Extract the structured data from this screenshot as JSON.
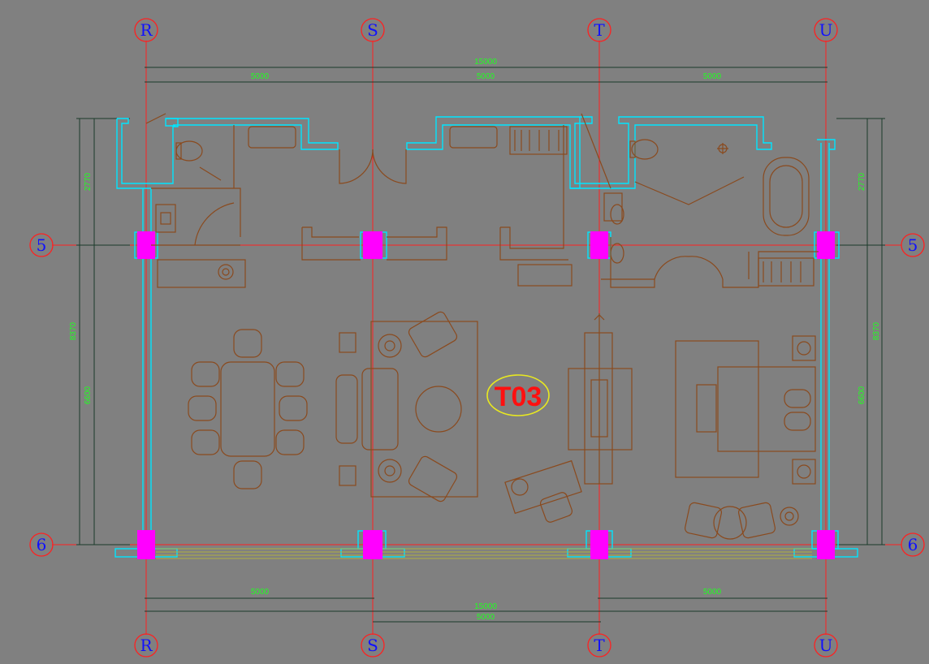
{
  "grid": {
    "top": [
      "R",
      "S",
      "T",
      "U"
    ],
    "bottom": [
      "R",
      "S",
      "T",
      "U"
    ],
    "left": [
      "5",
      "6"
    ],
    "right": [
      "5",
      "6"
    ]
  },
  "dimensions": {
    "top_overall": "15000",
    "top_bays": [
      "5000",
      "5000",
      "5000"
    ],
    "bottom_bays": [
      "5000",
      "5000"
    ],
    "bottom_overall": "15000",
    "bottom_sub": "5000",
    "left_overall": "8370",
    "left_upper": "2770",
    "left_lower": "6600",
    "right_overall": "8370",
    "right_upper": "2770",
    "right_lower": "6600"
  },
  "room_tag": "T03",
  "colors": {
    "background": "#808080",
    "axis": "#ff2020",
    "wall": "#00e5ff",
    "furniture": "#8a4a1e",
    "column": "#ff00ff",
    "dimension_text": "#20ff20",
    "grid_label": "#1010ff",
    "room_tag": "#ff1010",
    "room_tag_ellipse": "#e8e820"
  }
}
